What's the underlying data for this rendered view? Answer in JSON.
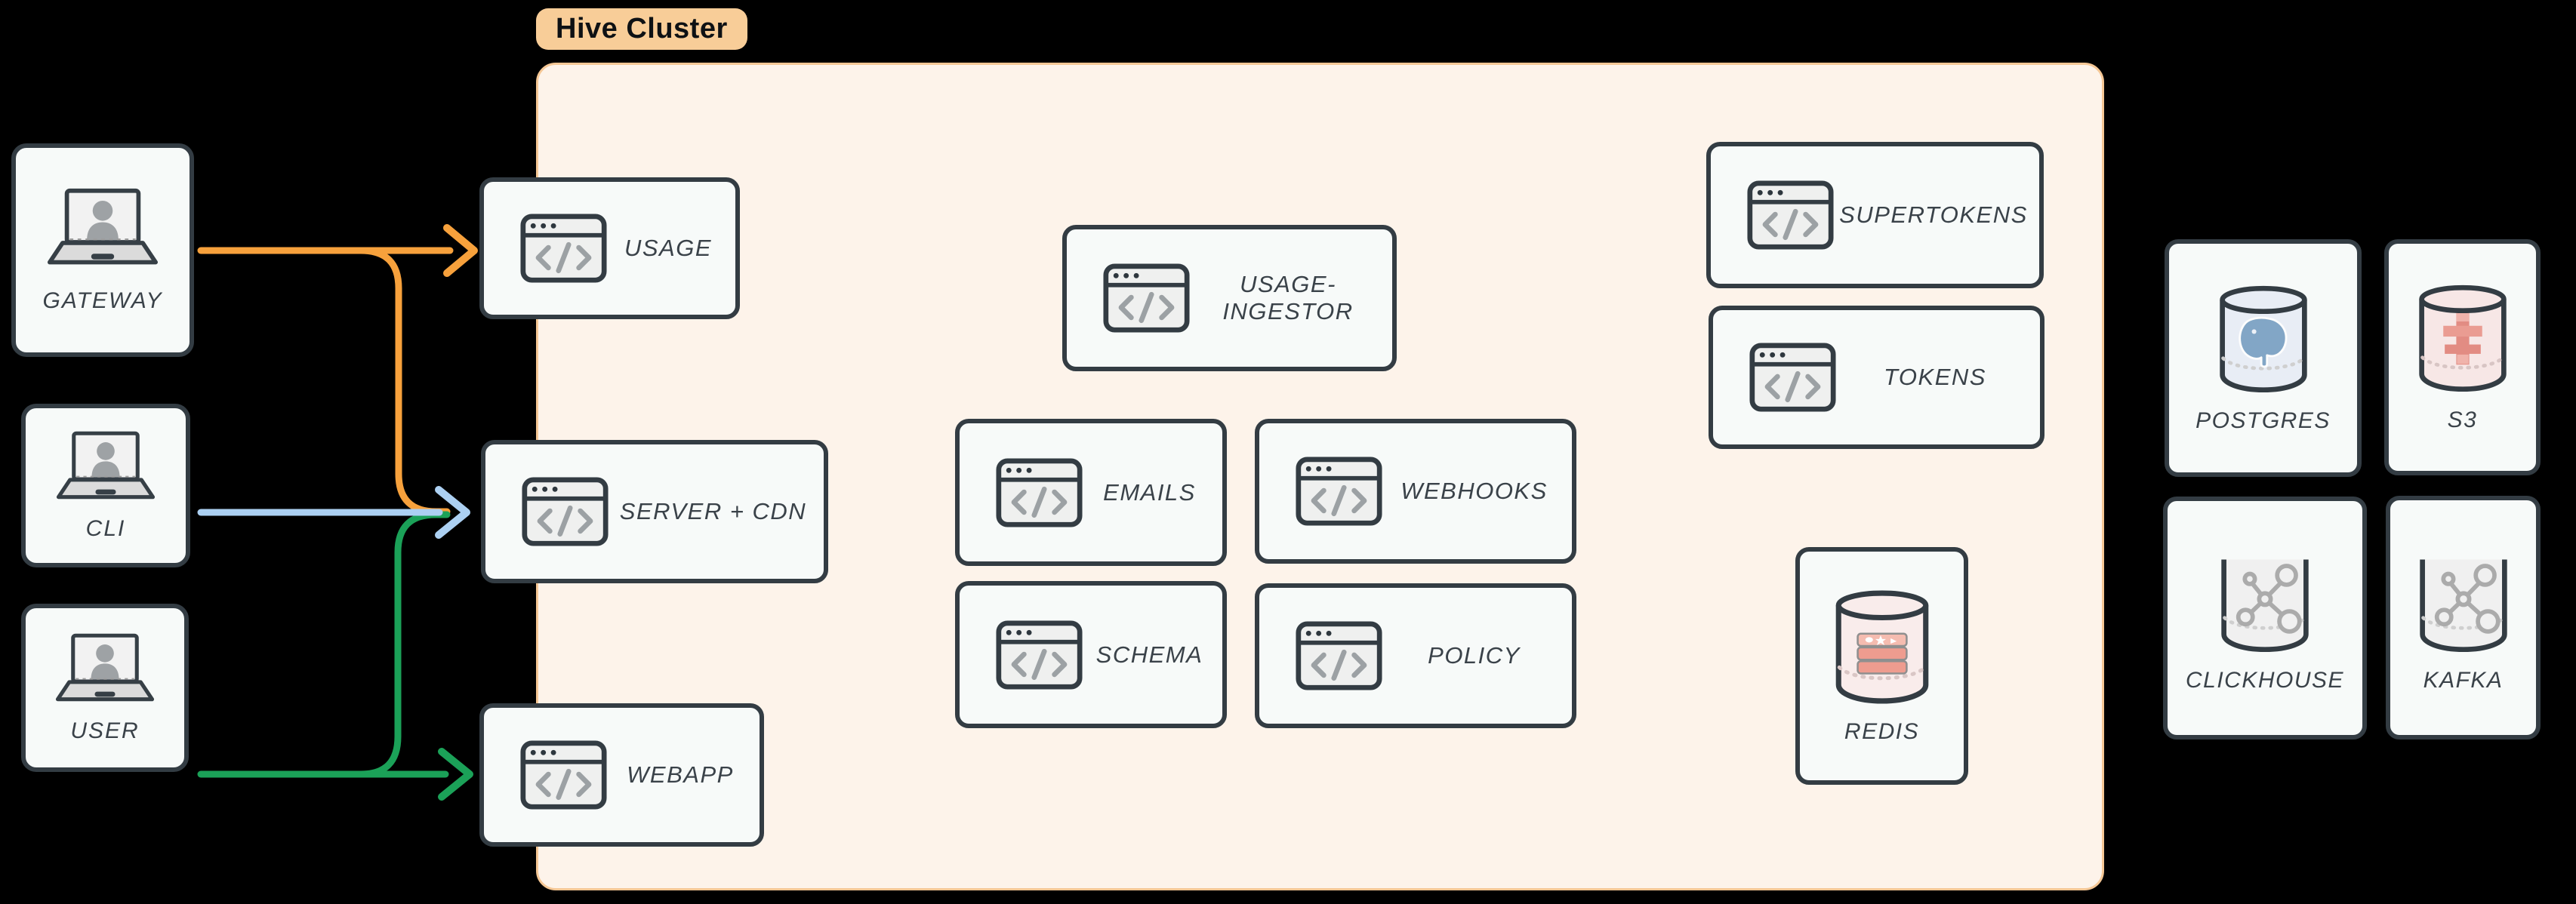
{
  "diagram": {
    "badge": {
      "label": "Hive Cluster"
    },
    "clients": [
      {
        "id": "gateway",
        "label": "GATEWAY"
      },
      {
        "id": "cli",
        "label": "CLI"
      },
      {
        "id": "user",
        "label": "USER"
      }
    ],
    "cluster": {
      "services": [
        {
          "id": "usage",
          "label": "USAGE"
        },
        {
          "id": "server-cdn",
          "label": "SERVER + CDN"
        },
        {
          "id": "webapp",
          "label": "WEBAPP"
        },
        {
          "id": "usage-ingestor",
          "label": "USAGE-INGESTOR"
        },
        {
          "id": "emails",
          "label": "EMAILS"
        },
        {
          "id": "webhooks",
          "label": "WEBHOOKS"
        },
        {
          "id": "schema",
          "label": "SCHEMA"
        },
        {
          "id": "policy",
          "label": "POLICY"
        }
      ],
      "datastores": [
        {
          "id": "redis",
          "label": "REDIS"
        }
      ]
    },
    "external_datastores": [
      {
        "id": "postgres",
        "label": "POSTGRES"
      },
      {
        "id": "s3",
        "label": "S3"
      },
      {
        "id": "clickhouse",
        "label": "CLICKHOUSE"
      },
      {
        "id": "kafka",
        "label": "KAFKA"
      }
    ],
    "edges": [
      {
        "from": "GATEWAY",
        "to": "USAGE",
        "color": "#F7A13C"
      },
      {
        "from": "GATEWAY",
        "to": "SERVER + CDN",
        "color": "#F7A13C"
      },
      {
        "from": "CLI",
        "to": "SERVER + CDN",
        "color": "#ACD0F2"
      },
      {
        "from": "USER",
        "to": "WEBAPP",
        "color": "#1BA158"
      },
      {
        "from": "USER",
        "to": "SERVER + CDN",
        "color": "#1BA158"
      }
    ],
    "colors": {
      "background": "#000000",
      "node_fill": "#F7FAF9",
      "node_border": "#333C43",
      "cluster_fill": "#FDF3EA",
      "cluster_border": "#F5C795",
      "badge_fill": "#F8CD98",
      "badge_text": "#0E1114",
      "label_text": "#3A4249",
      "edge_orange": "#F7A13C",
      "edge_blue": "#ACD0F2",
      "edge_green": "#1BA158"
    }
  }
}
